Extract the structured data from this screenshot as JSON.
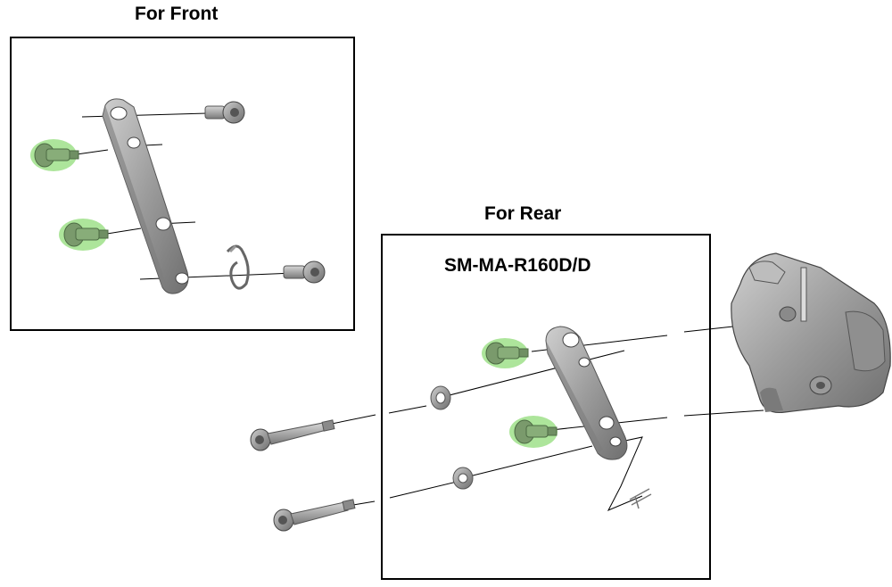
{
  "labels": {
    "front_title": "For Front",
    "rear_title": "For Rear",
    "rear_model": "SM-MA-R160D/D"
  },
  "colors": {
    "highlight": "#9fe08a",
    "part_fill": "#a9a9a9",
    "part_dark": "#6e6e6e",
    "line": "#000000"
  },
  "parts": {
    "front": [
      "adapter-plate",
      "mount-bolt",
      "mount-bolt",
      "fixing-bolt",
      "fixing-bolt",
      "snap-spring"
    ],
    "rear": [
      "adapter-plate",
      "mount-bolt",
      "mount-bolt",
      "washer",
      "washer",
      "fixing-bolt",
      "fixing-bolt",
      "snap-spring",
      "brake-caliper"
    ]
  }
}
